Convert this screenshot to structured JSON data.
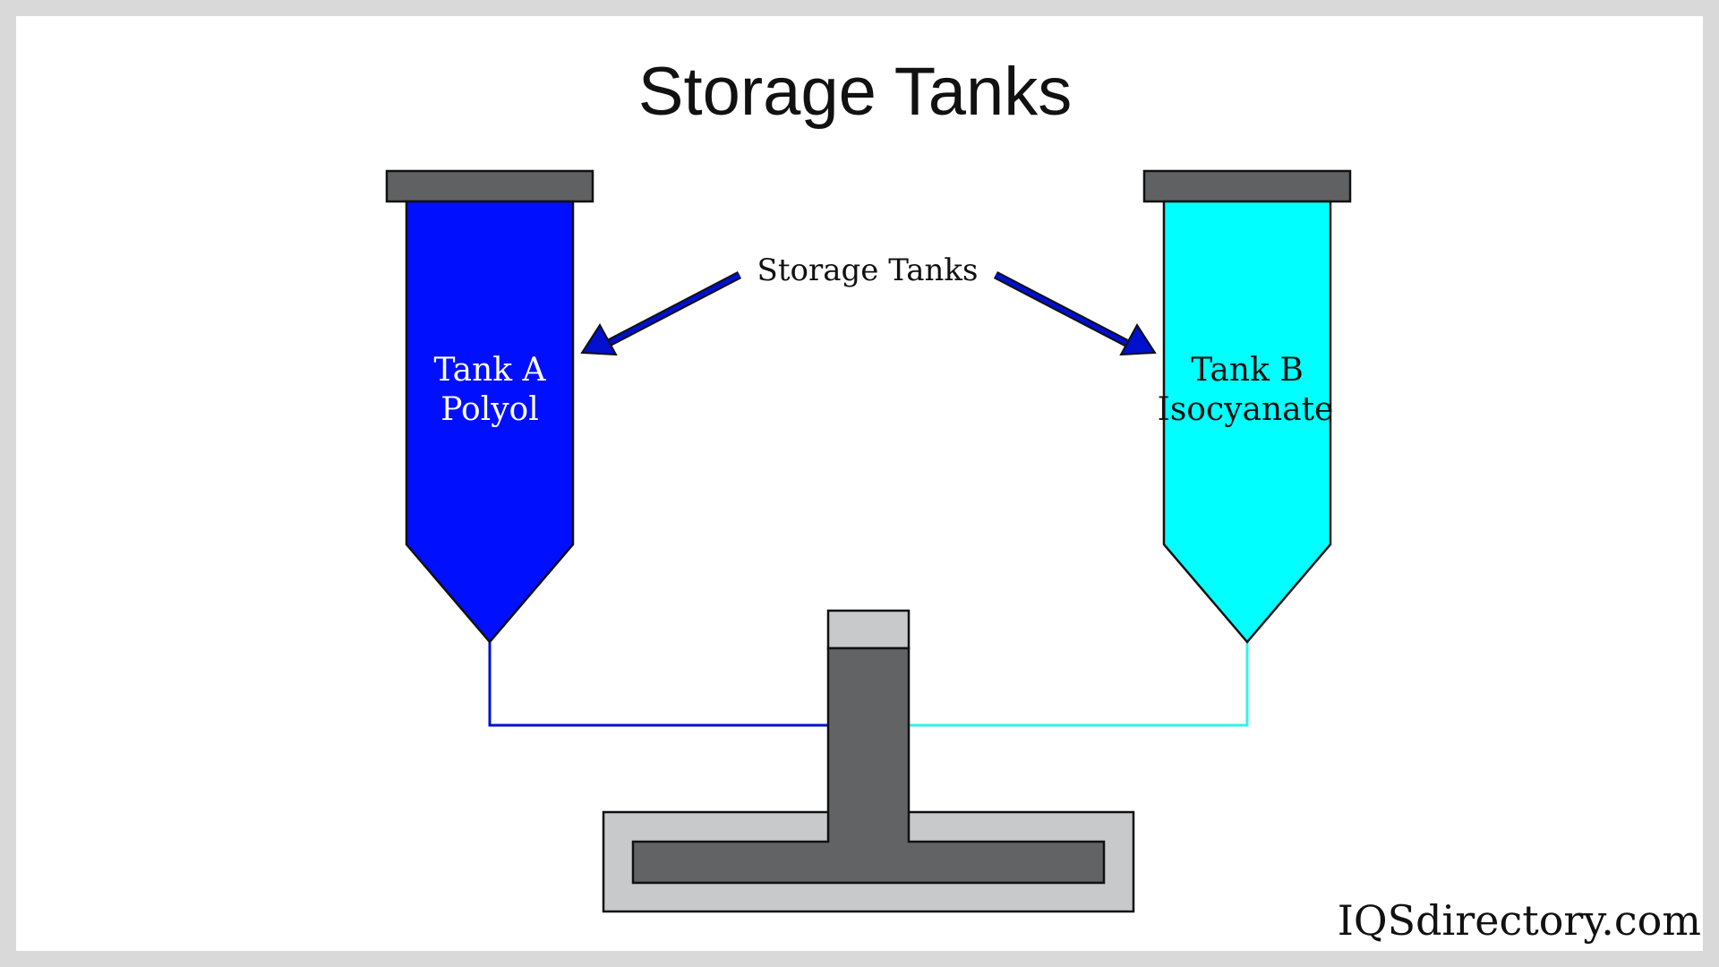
{
  "title": "Storage Tanks",
  "callout": "Storage Tanks",
  "tanks": [
    {
      "name": "Tank A",
      "material": "Polyol",
      "fill_color": "#0010ff",
      "label_color": "#ffffff",
      "line_color": "#0010cc"
    },
    {
      "name": "Tank B",
      "material": "Isocyanate",
      "fill_color": "#00ffff",
      "label_color": "#111111",
      "line_color": "#33f0f0"
    }
  ],
  "colors": {
    "cap": "#5f6163",
    "mixer_dark": "#626365",
    "mixer_light": "#c8c9ca",
    "arrow": "#0010cc",
    "outline": "#111111"
  },
  "watermark": "IQSdirectory.com"
}
